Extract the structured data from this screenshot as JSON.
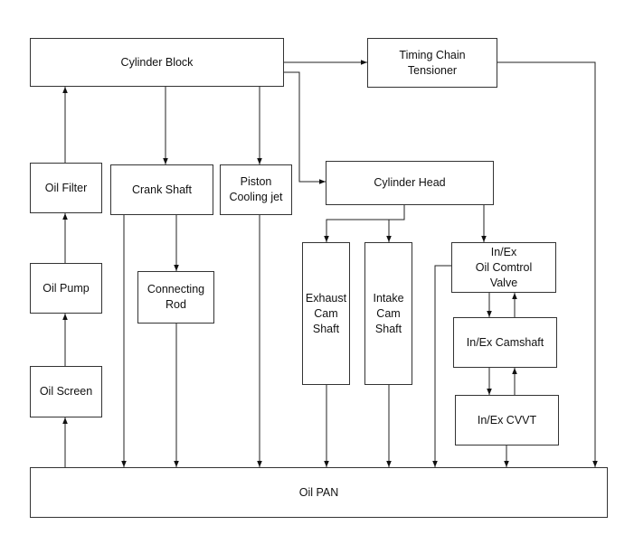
{
  "boxes": {
    "cylinder_block": "Cylinder Block",
    "timing_chain_tensioner": "Timing Chain\nTensioner",
    "oil_filter": "Oil Filter",
    "crank_shaft": "Crank Shaft",
    "piston_cooling_jet": "Piston\nCooling jet",
    "cylinder_head": "Cylinder Head",
    "oil_pump": "Oil Pump",
    "connecting_rod": "Connecting\nRod",
    "exhaust_cam_shaft": "Exhaust\nCam\nShaft",
    "intake_cam_shaft": "Intake\nCam\nShaft",
    "oil_control_valve": "In/Ex\nOil Comtrol\nValve",
    "camshaft": "In/Ex Camshaft",
    "oil_screen": "Oil Screen",
    "cvvt": "In/Ex CVVT",
    "oil_pan": "Oil PAN"
  }
}
